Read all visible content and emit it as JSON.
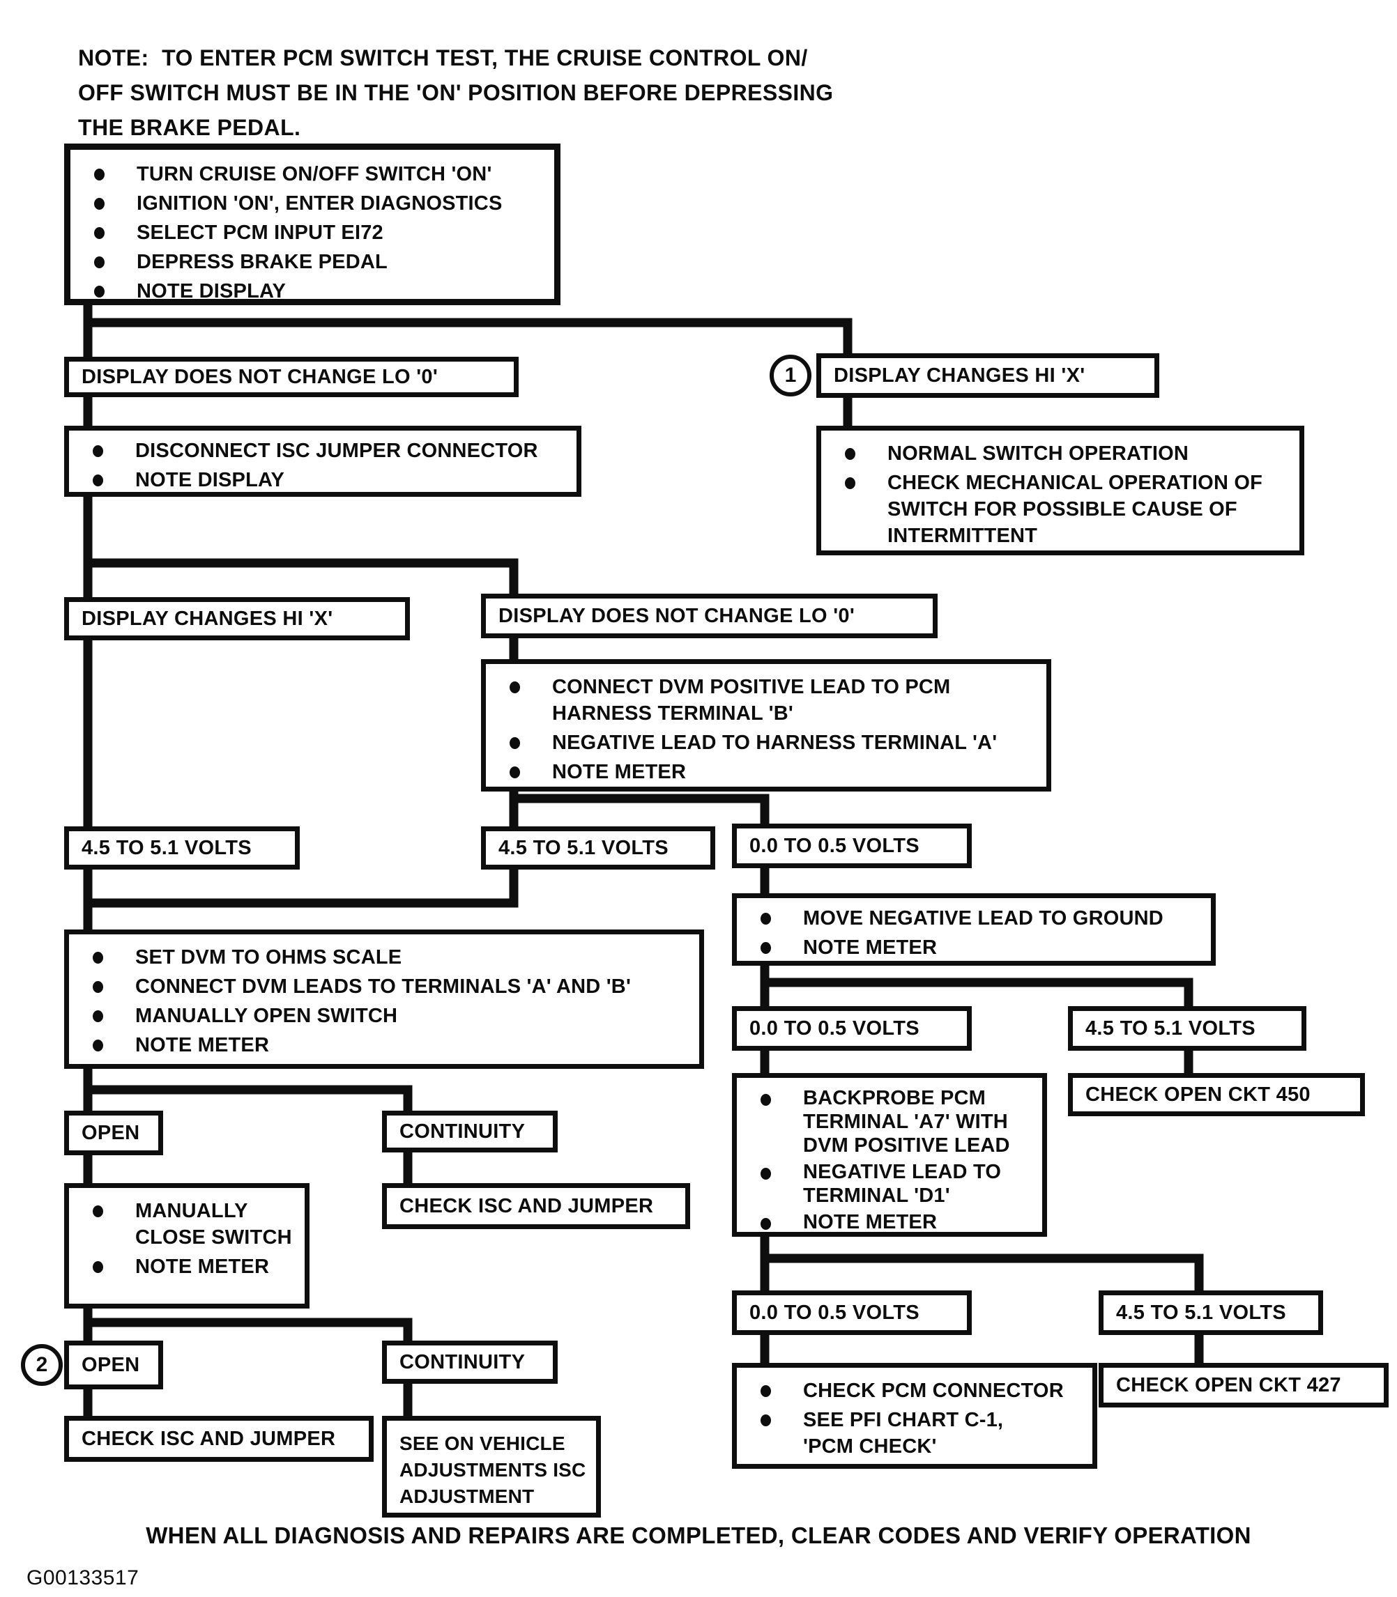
{
  "note": {
    "label": "NOTE:",
    "line1": "TO ENTER PCM SWITCH TEST, THE CRUISE CONTROL ON/",
    "line2": "OFF SWITCH MUST BE IN THE 'ON' POSITION BEFORE DEPRESSING",
    "line3": "THE BRAKE PEDAL."
  },
  "nodes": {
    "start_steps": {
      "items": [
        "TURN CRUISE ON/OFF SWITCH 'ON'",
        "IGNITION 'ON', ENTER DIAGNOSTICS",
        "SELECT PCM INPUT EI72",
        "DEPRESS BRAKE PEDAL",
        "NOTE DISPLAY"
      ]
    },
    "display_no_change_1": {
      "label": "DISPLAY DOES NOT CHANGE LO '0'"
    },
    "display_changes_1": {
      "label": "DISPLAY CHANGES HI 'X'",
      "callout": "1"
    },
    "normal_switch_operation": {
      "items": [
        "NORMAL SWITCH OPERATION",
        "CHECK MECHANICAL OPERATION OF SWITCH FOR POSSIBLE CAUSE OF INTERMITTENT"
      ]
    },
    "disconnect_isc": {
      "items": [
        "DISCONNECT ISC JUMPER CONNECTOR",
        "NOTE  DISPLAY"
      ]
    },
    "display_changes_2": {
      "label": "DISPLAY CHANGES HI 'X'"
    },
    "display_no_change_2": {
      "label": "DISPLAY DOES NOT CHANGE LO '0'"
    },
    "connect_dvm": {
      "items": [
        "CONNECT DVM POSITIVE LEAD TO PCM HARNESS TERMINAL 'B'",
        "NEGATIVE LEAD TO HARNESS TERMINAL 'A'",
        "NOTE METER"
      ]
    },
    "volts_high_left": {
      "label": "4.5 TO 5.1 VOLTS"
    },
    "volts_high_mid": {
      "label": "4.5 TO 5.1 VOLTS"
    },
    "volts_low_1": {
      "label": "0.0 TO 0.5 VOLTS"
    },
    "move_negative_lead": {
      "items": [
        "MOVE NEGATIVE LEAD TO GROUND",
        "NOTE METER"
      ]
    },
    "volts_low_2": {
      "label": "0.0 TO 0.5 VOLTS"
    },
    "volts_high_right_1": {
      "label": "4.5 TO 5.1 VOLTS"
    },
    "check_open_ckt_450": {
      "label": "CHECK OPEN CKT 450"
    },
    "set_dvm_ohms": {
      "items": [
        "SET DVM TO OHMS SCALE",
        "CONNECT DVM LEADS TO TERMINALS 'A' AND 'B'",
        "MANUALLY OPEN SWITCH",
        "NOTE METER"
      ]
    },
    "backprobe_pcm": {
      "items": [
        "BACKPROBE PCM TERMINAL 'A7' WITH DVM POSITIVE LEAD",
        "NEGATIVE LEAD TO TERMINAL 'D1'",
        "NOTE METER"
      ]
    },
    "open_1": {
      "label": "OPEN"
    },
    "continuity_1": {
      "label": "CONTINUITY"
    },
    "manually_close": {
      "items": [
        "MANUALLY CLOSE SWITCH",
        "NOTE METER"
      ]
    },
    "check_isc_jumper_1": {
      "label": "CHECK ISC AND JUMPER"
    },
    "volts_low_3": {
      "label": "0.0 TO 0.5 VOLTS"
    },
    "volts_high_right_2": {
      "label": "4.5 TO 5.1 VOLTS"
    },
    "open_2": {
      "label": "OPEN",
      "callout": "2"
    },
    "continuity_2": {
      "label": "CONTINUITY"
    },
    "check_isc_jumper_2": {
      "label": "CHECK ISC AND JUMPER"
    },
    "see_adjustments": {
      "label": "SEE ON VEHICLE ADJUSTMENTS ISC ADJUSTMENT"
    },
    "check_pcm_connector": {
      "items": [
        "CHECK PCM CONNECTOR",
        "SEE PFI CHART C-1, 'PCM CHECK'"
      ]
    },
    "check_open_ckt_427": {
      "label": "CHECK OPEN CKT 427"
    }
  },
  "footer": {
    "text": "WHEN ALL DIAGNOSIS AND REPAIRS ARE COMPLETED, CLEAR CODES AND VERIFY OPERATION"
  },
  "figure_code": "G00133517",
  "colors": {
    "ink": "#0e0e0e",
    "paper": "#ffffff"
  }
}
